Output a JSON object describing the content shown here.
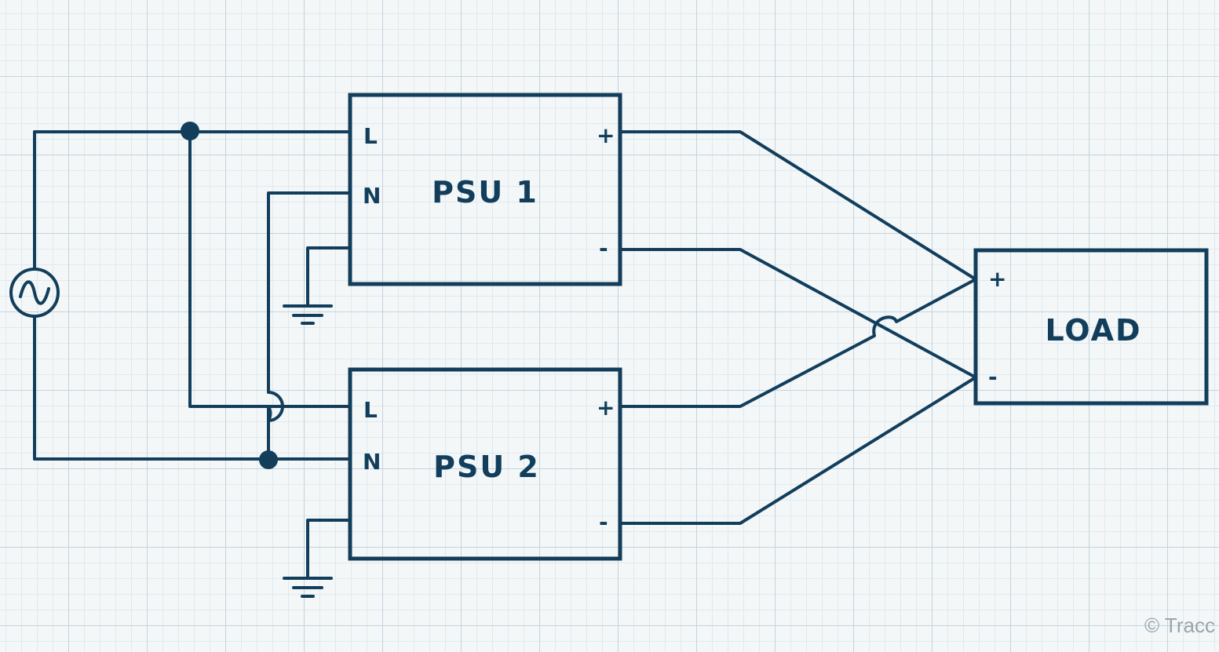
{
  "psu1": {
    "name": "PSU 1",
    "pin_l": "L",
    "pin_n": "N",
    "pin_plus": "+",
    "pin_minus": "-"
  },
  "psu2": {
    "name": "PSU 2",
    "pin_l": "L",
    "pin_n": "N",
    "pin_plus": "+",
    "pin_minus": "-"
  },
  "load": {
    "name": "LOAD",
    "pin_plus": "+",
    "pin_minus": "-"
  },
  "ac_source": {
    "symbol": "~"
  },
  "watermark": "© Tracc",
  "colors": {
    "ink": "#123e5c",
    "grid": "#c3d4dc",
    "background": "#f4f7f8"
  }
}
